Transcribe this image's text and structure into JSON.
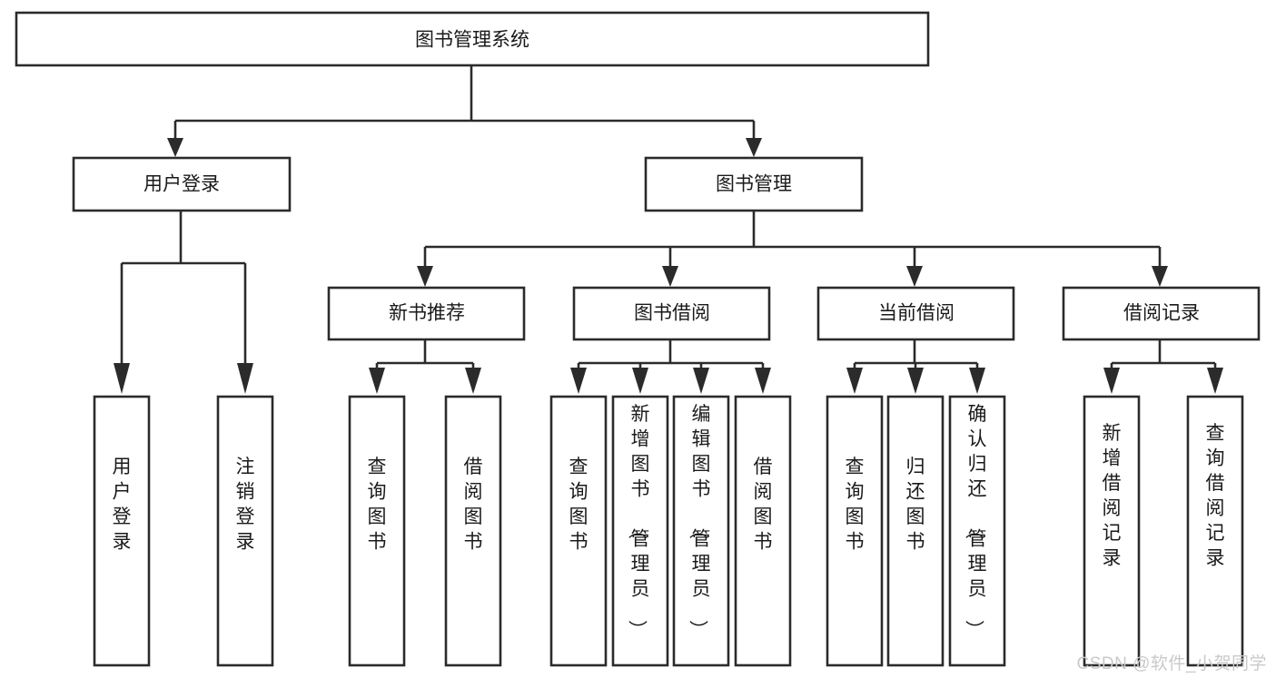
{
  "diagram": {
    "title": "图书管理系统",
    "type": "hierarchy-tree",
    "watermark": "CSDN @软件_小贺同学",
    "root": {
      "id": "root",
      "label": "图书管理系统"
    },
    "level2": [
      {
        "id": "user-login",
        "label": "用户登录"
      },
      {
        "id": "book-manage",
        "label": "图书管理"
      }
    ],
    "level3": [
      {
        "id": "new-book-rec",
        "label": "新书推荐",
        "parent": "book-manage"
      },
      {
        "id": "book-borrow",
        "label": "图书借阅",
        "parent": "book-manage"
      },
      {
        "id": "current-borrow",
        "label": "当前借阅",
        "parent": "book-manage"
      },
      {
        "id": "borrow-record",
        "label": "借阅记录",
        "parent": "book-manage"
      }
    ],
    "leaves": [
      {
        "id": "leaf-user-login",
        "label": "用户登录",
        "parent": "user-login"
      },
      {
        "id": "leaf-user-logout",
        "label": "注销登录",
        "parent": "user-login"
      },
      {
        "id": "leaf-query-book-1",
        "label": "查询图书",
        "parent": "new-book-rec"
      },
      {
        "id": "leaf-borrow-book-1",
        "label": "借阅图书",
        "parent": "new-book-rec"
      },
      {
        "id": "leaf-query-book-2",
        "label": "查询图书",
        "parent": "book-borrow"
      },
      {
        "id": "leaf-add-book",
        "label": "新增图书（管理员）",
        "parent": "book-borrow"
      },
      {
        "id": "leaf-edit-book",
        "label": "编辑图书（管理员）",
        "parent": "book-borrow"
      },
      {
        "id": "leaf-borrow-book-2",
        "label": "借阅图书",
        "parent": "book-borrow"
      },
      {
        "id": "leaf-query-book-3",
        "label": "查询图书",
        "parent": "current-borrow"
      },
      {
        "id": "leaf-return-book",
        "label": "归还图书",
        "parent": "current-borrow"
      },
      {
        "id": "leaf-confirm-return",
        "label": "确认归还（管理员）",
        "parent": "current-borrow"
      },
      {
        "id": "leaf-add-record",
        "label": "新增借阅记录",
        "parent": "borrow-record"
      },
      {
        "id": "leaf-query-record",
        "label": "查询借阅记录",
        "parent": "borrow-record"
      }
    ],
    "colors": {
      "stroke": "#2b2b2b",
      "fill": "#ffffff",
      "text": "#1a1a1a",
      "watermark": "#c9c9c9",
      "background": "#ffffff"
    }
  }
}
